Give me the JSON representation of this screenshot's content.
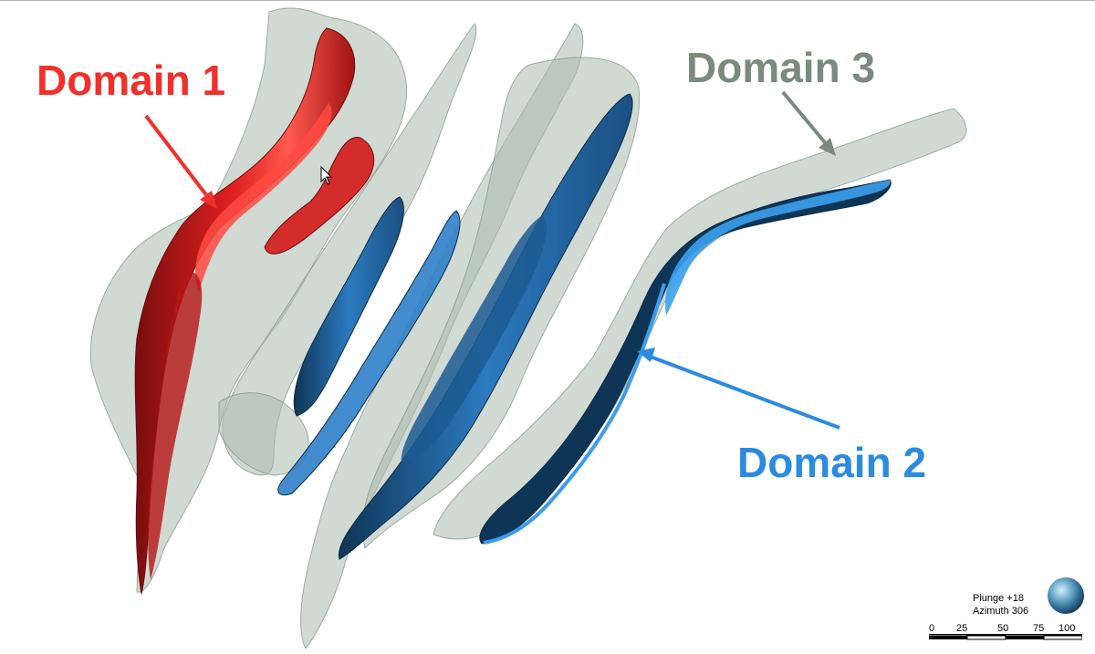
{
  "labels": {
    "domain1": "Domain 1",
    "domain2": "Domain 2",
    "domain3": "Domain 3"
  },
  "colors": {
    "domain1": "#f0302a",
    "domain2": "#2b8be0",
    "domain3": "#7a8a7e",
    "envelope_fill": "#a9bcaf",
    "blue_solid": "#2c7ac0",
    "blue_dark": "#0f3556",
    "red_solid": "#e02020",
    "red_dark": "#7a0d0d"
  },
  "view": {
    "plunge": "Plunge +18",
    "azimuth": "Azimuth 306"
  },
  "scale_bar": {
    "ticks": [
      "0",
      "25",
      "50",
      "75",
      "100"
    ]
  },
  "icons": {
    "orientation": "globe-icon",
    "cursor": "mouse-cursor-icon"
  }
}
